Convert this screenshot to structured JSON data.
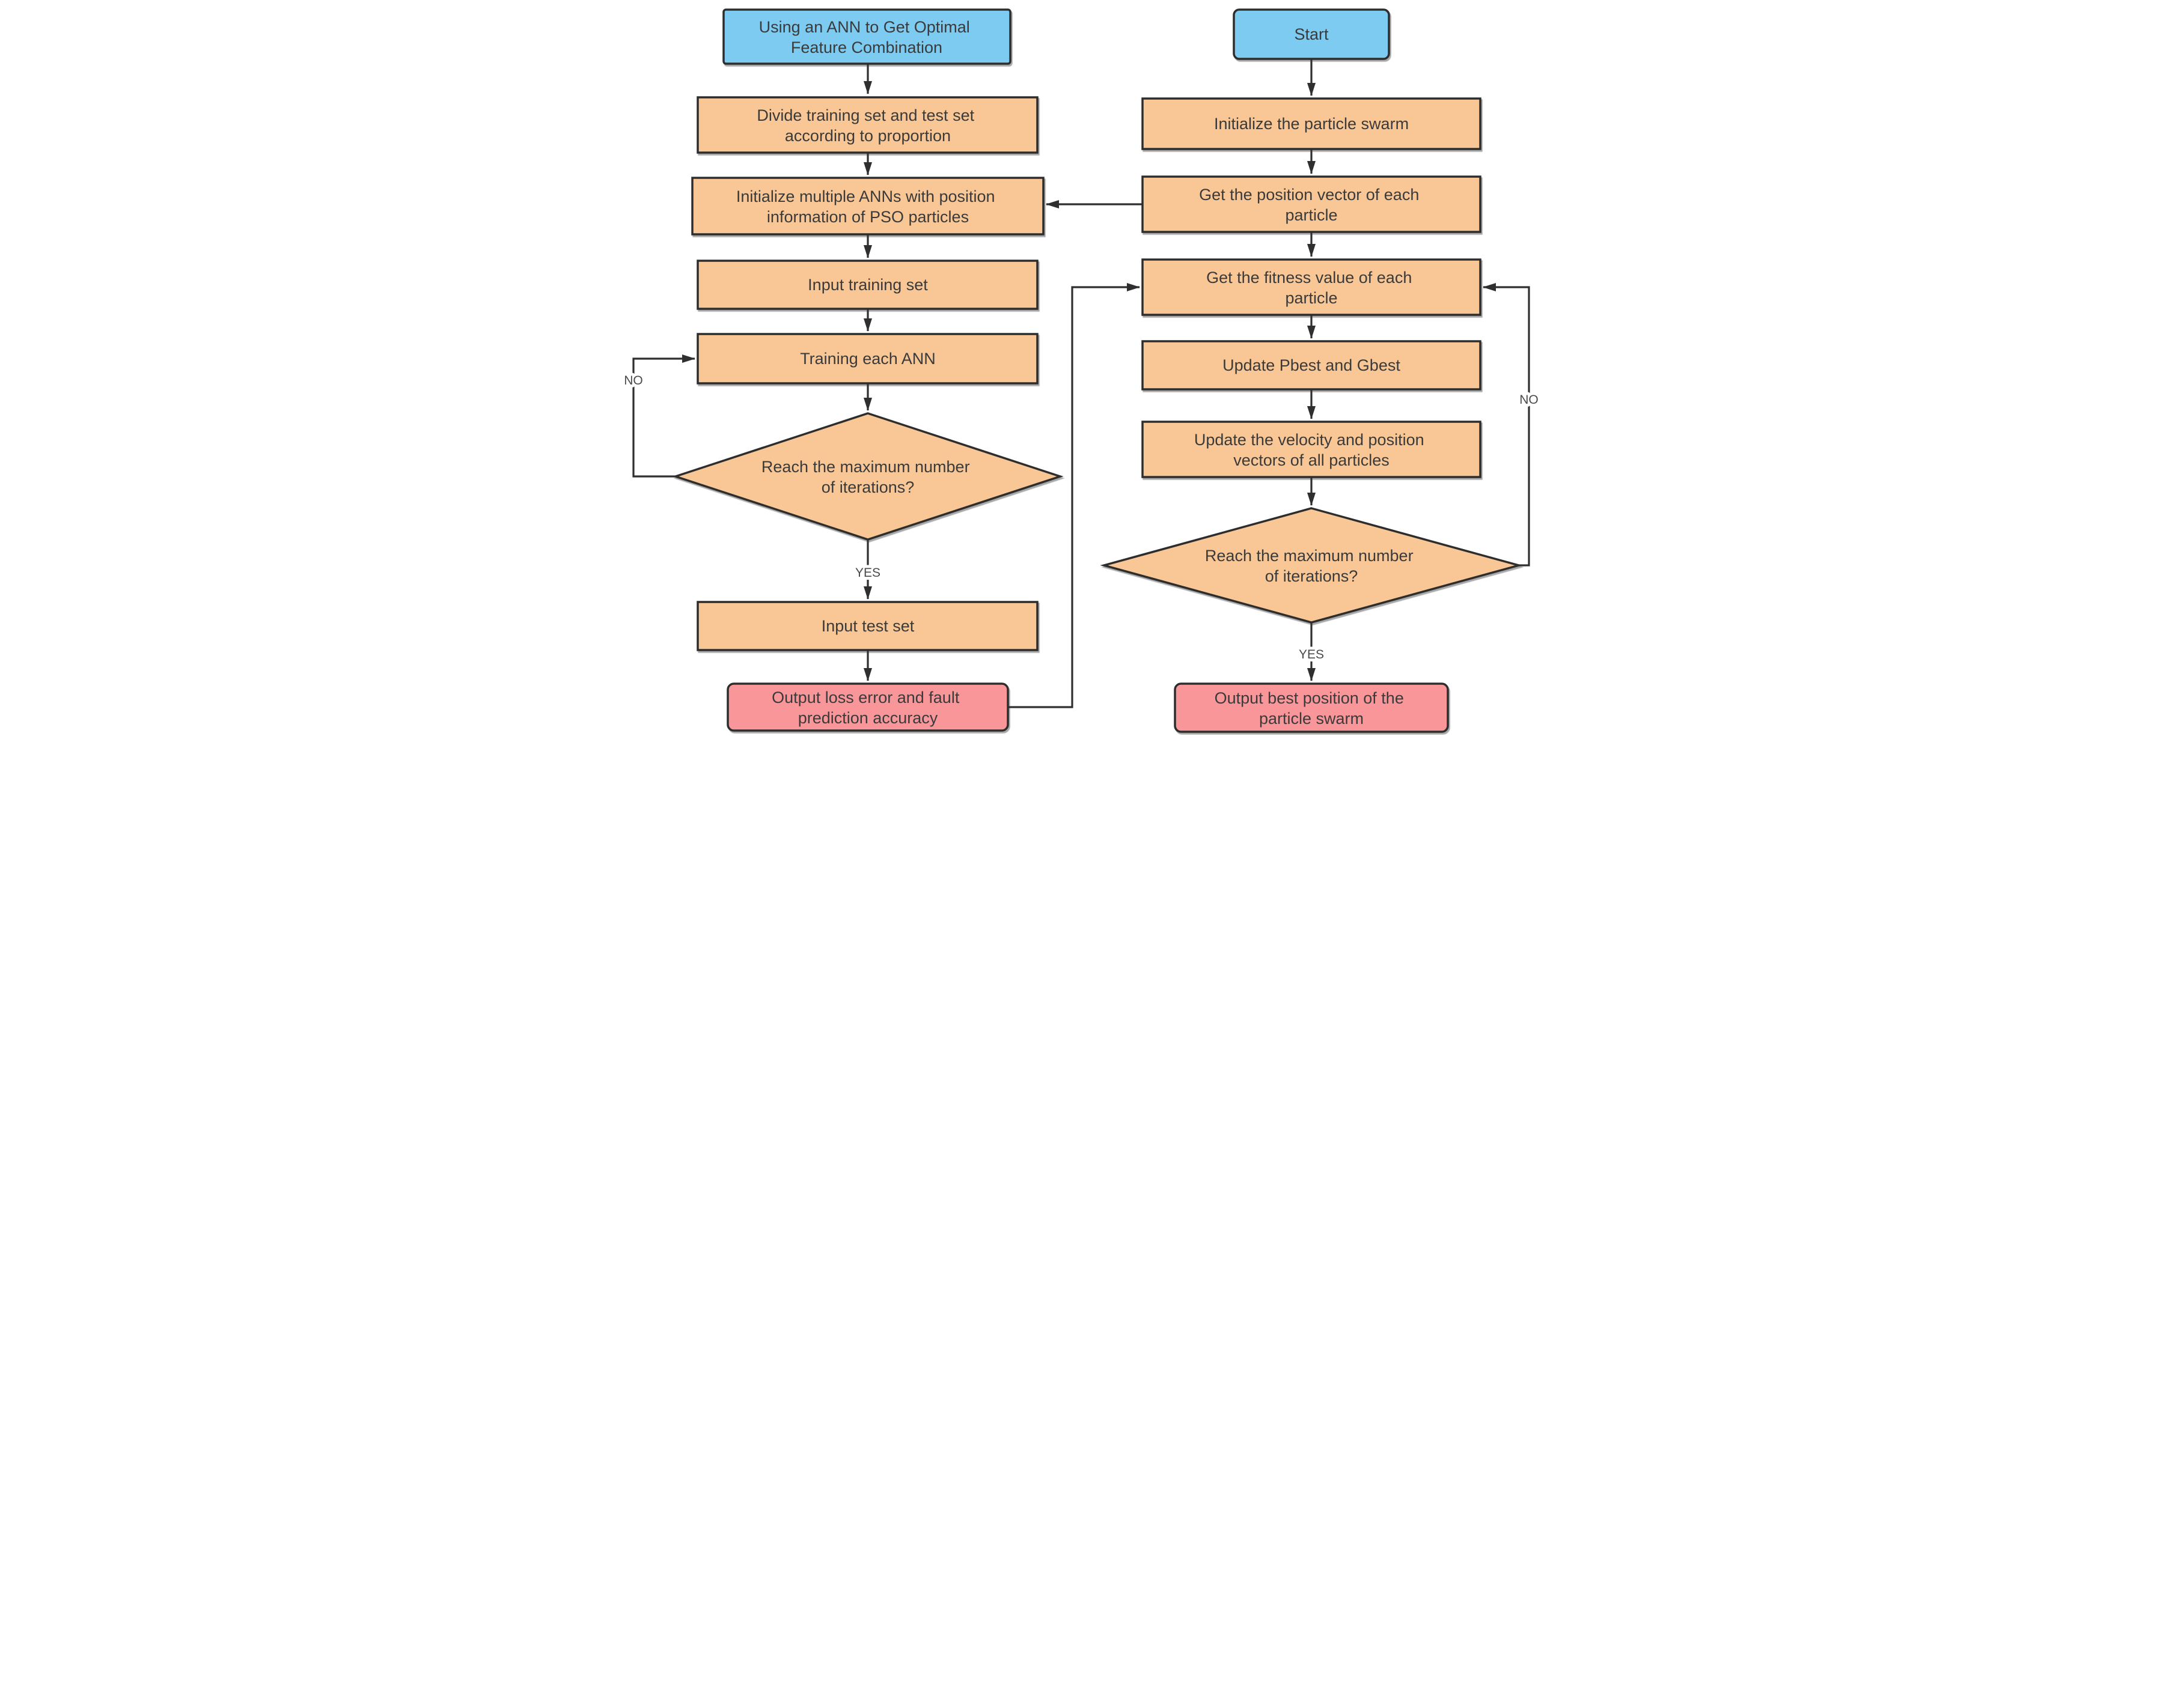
{
  "colors": {
    "process_fill": "#F9C795",
    "terminal_fill": "#7ECBF2",
    "output_fill": "#F9969A",
    "node_border": "#2D2D2D",
    "connector": "#2F2F2F",
    "text": "#3A3A3A",
    "edge_label_text": "#4A4A4A"
  },
  "nodes": {
    "ann_title": {
      "type": "start-terminal",
      "label": "Using an ANN to Get Optimal Feature Combination",
      "lines": [
        "Using an ANN to Get Optimal",
        "Feature Combination"
      ]
    },
    "divide_sets": {
      "type": "process",
      "label": "Divide training set and test set according to proportion",
      "lines": [
        "Divide training set and test set",
        "according to proportion"
      ]
    },
    "init_anns": {
      "type": "process",
      "label": "Initialize multiple ANNs with position information of PSO particles",
      "lines": [
        "Initialize multiple ANNs with position",
        "information of PSO particles"
      ]
    },
    "input_training_set": {
      "type": "process",
      "label": "Input training set",
      "lines": [
        "Input training set"
      ]
    },
    "training_each_ann": {
      "type": "process",
      "label": "Training each ANN",
      "lines": [
        "Training each ANN"
      ]
    },
    "ann_iterations_decision": {
      "type": "decision",
      "label": "Reach the maximum number of iterations?",
      "lines": [
        "Reach the maximum number",
        "of iterations?"
      ]
    },
    "input_test_set": {
      "type": "process",
      "label": "Input test set",
      "lines": [
        "Input test set"
      ]
    },
    "output_loss": {
      "type": "output",
      "label": "Output loss error and fault prediction accuracy",
      "lines": [
        "Output loss error and fault",
        "prediction accuracy"
      ]
    },
    "start": {
      "type": "start-terminal",
      "label": "Start",
      "lines": [
        "Start"
      ]
    },
    "init_swarm": {
      "type": "process",
      "label": "Initialize the particle swarm",
      "lines": [
        "Initialize the particle swarm"
      ]
    },
    "get_position": {
      "type": "process",
      "label": "Get the position vector of each particle",
      "lines": [
        "Get the position vector of each",
        "particle"
      ]
    },
    "get_fitness": {
      "type": "process",
      "label": "Get the fitness value of each particle",
      "lines": [
        "Get the fitness value of each",
        "particle"
      ]
    },
    "update_best": {
      "type": "process",
      "label": "Update Pbest and Gbest",
      "lines": [
        "Update Pbest and Gbest"
      ]
    },
    "update_velocity": {
      "type": "process",
      "label": "Update the velocity and position vectors of all particles",
      "lines": [
        "Update the velocity and position",
        "vectors of all particles"
      ]
    },
    "pso_iterations_decision": {
      "type": "decision",
      "label": "Reach the maximum number of iterations?",
      "lines": [
        "Reach the maximum number",
        "of iterations?"
      ]
    },
    "output_best_position": {
      "type": "output",
      "label": "Output best position of the particle swarm",
      "lines": [
        "Output best position of the",
        "particle swarm"
      ]
    }
  },
  "edge_labels": {
    "no_left": "NO",
    "yes_left": "YES",
    "no_right": "NO",
    "yes_right": "YES"
  }
}
